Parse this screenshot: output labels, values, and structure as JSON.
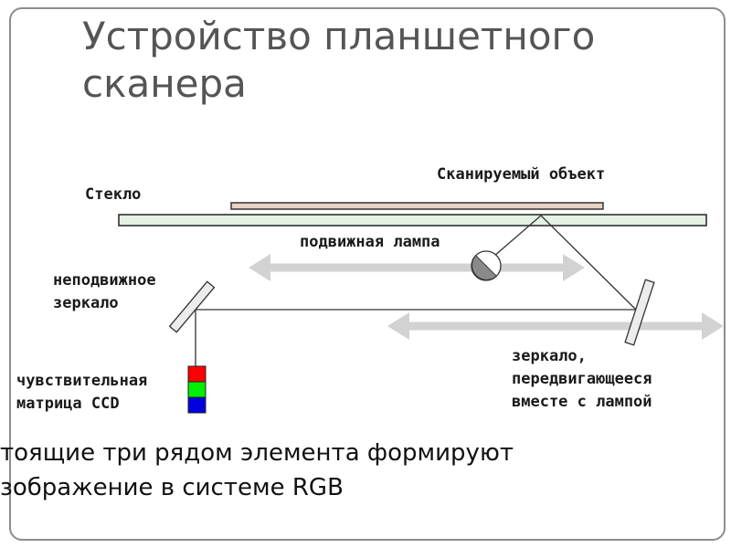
{
  "title": {
    "line1": "Устройство планшетного",
    "line2": "сканера"
  },
  "labels": {
    "scanned_object": "Сканируемый объект",
    "glass": "Стекло",
    "moving_lamp": "подвижная лампа",
    "fixed_mirror": [
      "неподвижное",
      "зеркало"
    ],
    "moving_mirror": [
      "зеркало,",
      "передвигающееся",
      "вместе с лампой"
    ],
    "ccd_matrix": [
      "чувствительная",
      "матрица CCD"
    ]
  },
  "caption": {
    "line1": "тоящие три рядом элемента формируют",
    "line2": "зображение в системе RGB"
  },
  "colors": {
    "glass_fill": "#e4f2e4",
    "object_fill": "#e8d3c6",
    "arrow": "#d2d2d2",
    "ccd_red": "#ff0000",
    "ccd_green": "#00ee00",
    "ccd_blue": "#0000dd"
  }
}
